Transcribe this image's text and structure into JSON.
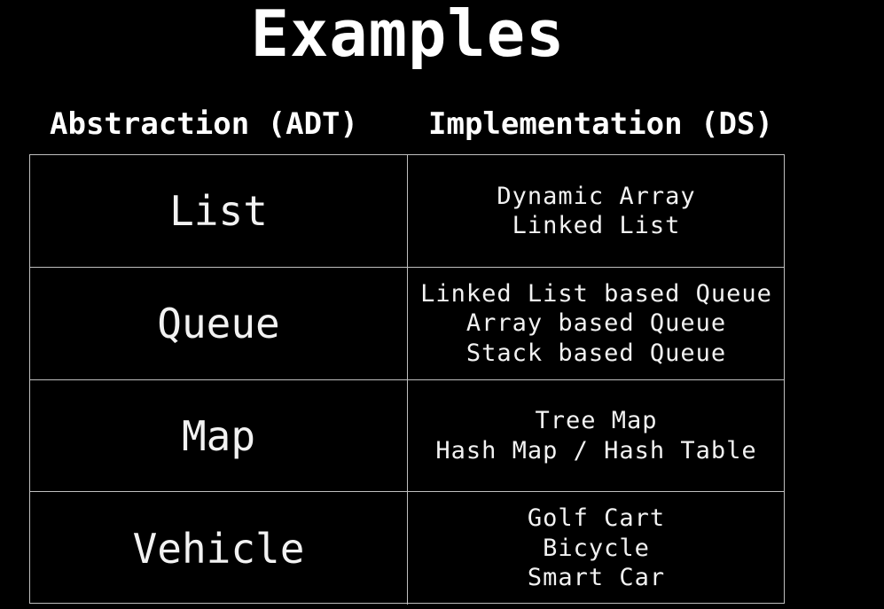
{
  "title": "Examples",
  "headers": {
    "abstraction": "Abstraction (ADT)",
    "implementation": "Implementation (DS)"
  },
  "rows": [
    {
      "adt": "List",
      "implementations": [
        "Dynamic Array",
        "Linked List"
      ]
    },
    {
      "adt": "Queue",
      "implementations": [
        "Linked List based Queue",
        "Array based Queue",
        "Stack based Queue"
      ]
    },
    {
      "adt": "Map",
      "implementations": [
        "Tree Map",
        "Hash Map / Hash Table"
      ]
    },
    {
      "adt": "Vehicle",
      "implementations": [
        "Golf Cart",
        "Bicycle",
        "Smart Car"
      ]
    }
  ],
  "colors": {
    "background": "#000000",
    "text": "#f2f2f2",
    "border": "#bfbfbf"
  }
}
